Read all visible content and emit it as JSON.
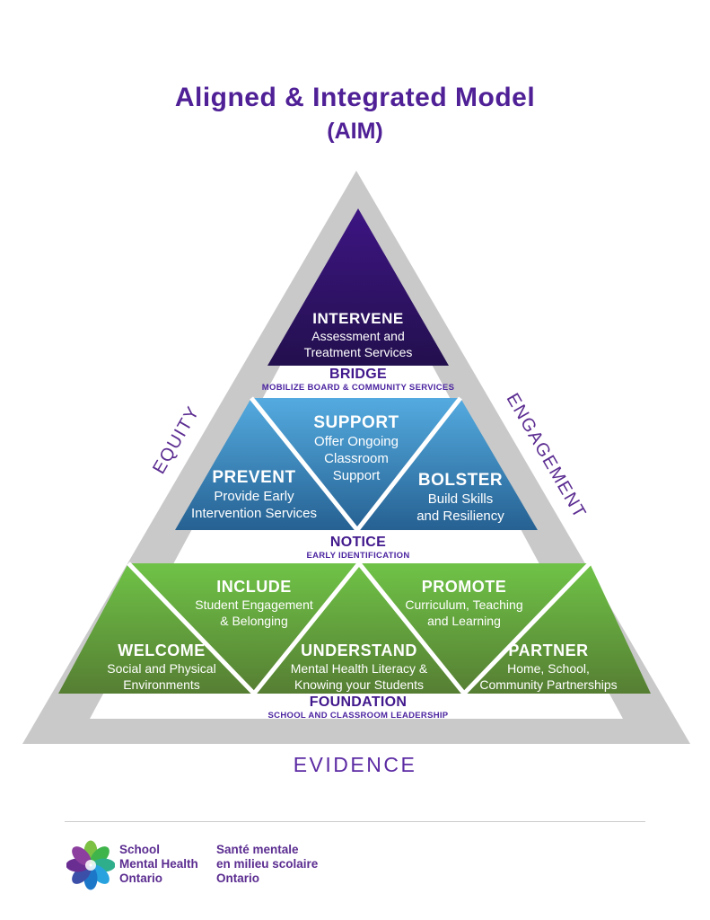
{
  "title": {
    "main": "Aligned & Integrated Model",
    "sub": "(AIM)"
  },
  "axes": {
    "left": "EQUITY",
    "right": "ENGAGEMENT",
    "bottom": "EVIDENCE"
  },
  "pyramid": {
    "intervene": {
      "heading": "INTERVENE",
      "sub": [
        "Assessment and",
        "Treatment Services"
      ]
    },
    "bridge": {
      "heading": "BRIDGE",
      "sub": "MOBILIZE BOARD & COMMUNITY SERVICES"
    },
    "support": {
      "heading": "SUPPORT",
      "sub": [
        "Offer Ongoing",
        "Classroom",
        "Support"
      ]
    },
    "prevent": {
      "heading": "PREVENT",
      "sub": [
        "Provide Early",
        "Intervention Services"
      ]
    },
    "bolster": {
      "heading": "BOLSTER",
      "sub": [
        "Build Skills",
        "and Resiliency"
      ]
    },
    "notice": {
      "heading": "NOTICE",
      "sub": "EARLY IDENTIFICATION"
    },
    "include": {
      "heading": "INCLUDE",
      "sub": [
        "Student Engagement",
        "& Belonging"
      ]
    },
    "promote": {
      "heading": "PROMOTE",
      "sub": [
        "Curriculum, Teaching",
        "and Learning"
      ]
    },
    "welcome": {
      "heading": "WELCOME",
      "sub": [
        "Social and Physical",
        "Environments"
      ]
    },
    "understand": {
      "heading": "UNDERSTAND",
      "sub": [
        "Mental Health Literacy &",
        "Knowing your Students"
      ]
    },
    "partner": {
      "heading": "PARTNER",
      "sub": [
        "Home, School,",
        "Community Partnerships"
      ]
    },
    "foundation": {
      "heading": "FOUNDATION",
      "sub": "SCHOOL AND CLASSROOM LEADERSHIP"
    }
  },
  "footer": {
    "logo_en": [
      "School",
      "Mental Health",
      "Ontario"
    ],
    "logo_fr": [
      "Santé mentale",
      "en milieu scolaire",
      "Ontario"
    ]
  },
  "colors": {
    "title_purple": "#4F2096",
    "band_label_purple": "#41188C",
    "side_label_purple": "#5B2C91",
    "evidence_purple": "#5B2AA3",
    "frame_gray": "#C9C9C9",
    "tier_purple_top": "#3D1583",
    "tier_purple_bottom": "#23104E",
    "tier_blue_top": "#54ABE0",
    "tier_blue_bottom": "#266192",
    "tier_green_top": "#6FC347",
    "tier_green_bottom": "#567E33",
    "logo_text_purple": "#5B2D90"
  }
}
